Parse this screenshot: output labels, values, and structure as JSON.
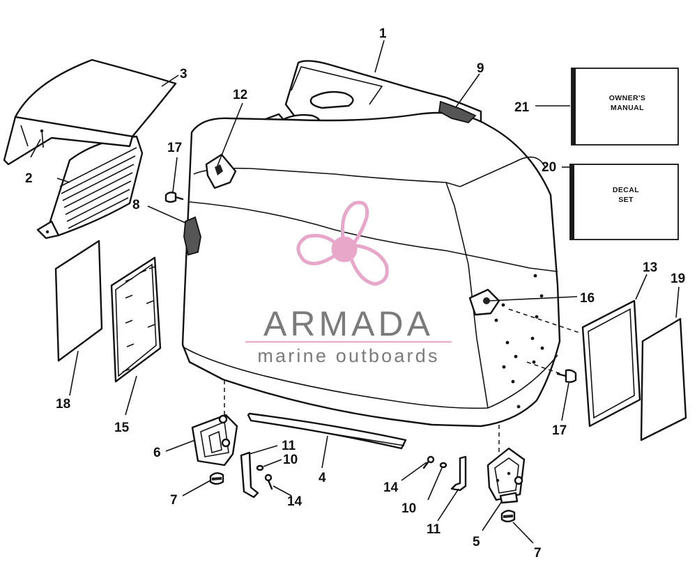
{
  "watermark": {
    "brand": "ARMADA",
    "tagline": "marine outboards",
    "logo_color": "#e8a6c8",
    "text_color": "#7b7b7b"
  },
  "boxes": {
    "owners_manual": {
      "line1": "OWNER'S",
      "line2": "MANUAL"
    },
    "decal_set": {
      "line1": "DECAL",
      "line2": "SET"
    }
  },
  "callouts": {
    "c1": "1",
    "c2": "2",
    "c3": "3",
    "c4": "4",
    "c5": "5",
    "c6": "6",
    "c7a": "7",
    "c7b": "7",
    "c8": "8",
    "c9": "9",
    "c10a": "10",
    "c10b": "10",
    "c11a": "11",
    "c11b": "11",
    "c12": "12",
    "c13": "13",
    "c14a": "14",
    "c14b": "14",
    "c15": "15",
    "c16": "16",
    "c17a": "17",
    "c17b": "17",
    "c18": "18",
    "c19": "19",
    "c20": "20",
    "c21": "21"
  }
}
